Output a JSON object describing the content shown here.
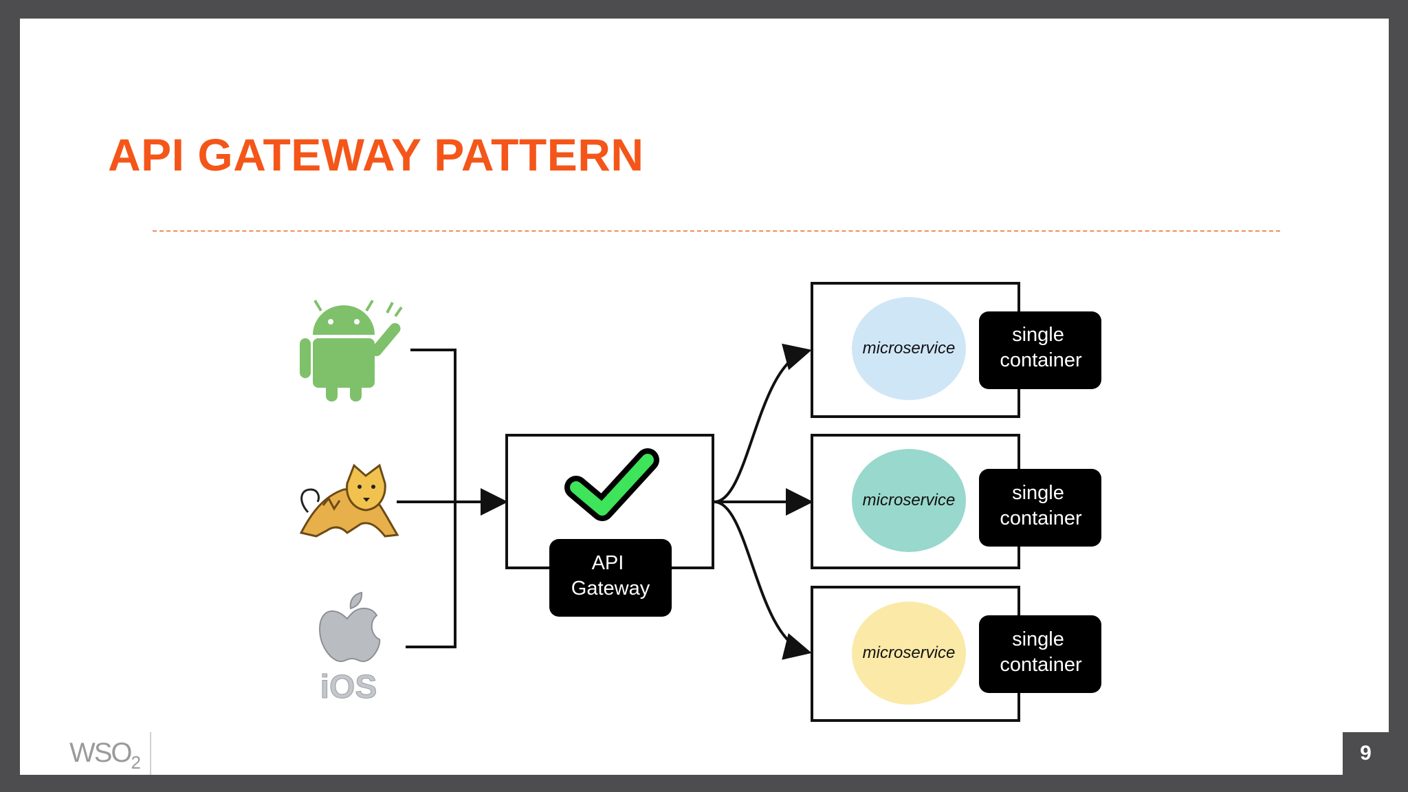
{
  "slide": {
    "title": "API GATEWAY PATTERN",
    "page_number": "9",
    "logo_text": "WSO",
    "logo_subscript": "2"
  },
  "clients": [
    {
      "name": "android-icon",
      "label": ""
    },
    {
      "name": "tomcat-icon",
      "label": ""
    },
    {
      "name": "apple-icon",
      "label": "iOS"
    }
  ],
  "gateway": {
    "label_line1": "API",
    "label_line2": "Gateway",
    "icon": "green-checkmark-icon"
  },
  "services": [
    {
      "label": "microservice",
      "container_line1": "single",
      "container_line2": "container",
      "color": "#cfe6f7"
    },
    {
      "label": "microservice",
      "container_line1": "single",
      "container_line2": "container",
      "color": "#99d8cc"
    },
    {
      "label": "microservice",
      "container_line1": "single",
      "container_line2": "container",
      "color": "#fbe9a8"
    }
  ],
  "colors": {
    "title": "#f4561a",
    "android": "#7ec16a",
    "check": "#3ee45a",
    "frame": "#4d4d4f"
  }
}
